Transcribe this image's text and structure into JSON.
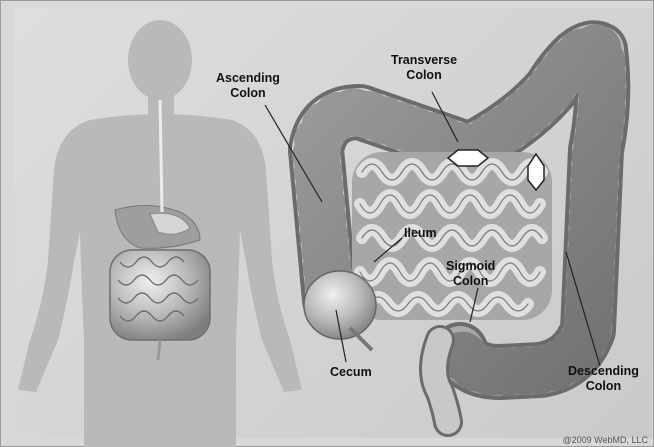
{
  "labels": {
    "ascending_colon": [
      "Ascending",
      "Colon"
    ],
    "transverse_colon": [
      "Transverse",
      "Colon"
    ],
    "ileum": "Ileum",
    "sigmoid_colon": [
      "Sigmoid",
      "Colon"
    ],
    "cecum": "Cecum",
    "descending_colon": [
      "Descending",
      "Colon"
    ]
  },
  "copyright": "@2009 WebMD, LLC"
}
